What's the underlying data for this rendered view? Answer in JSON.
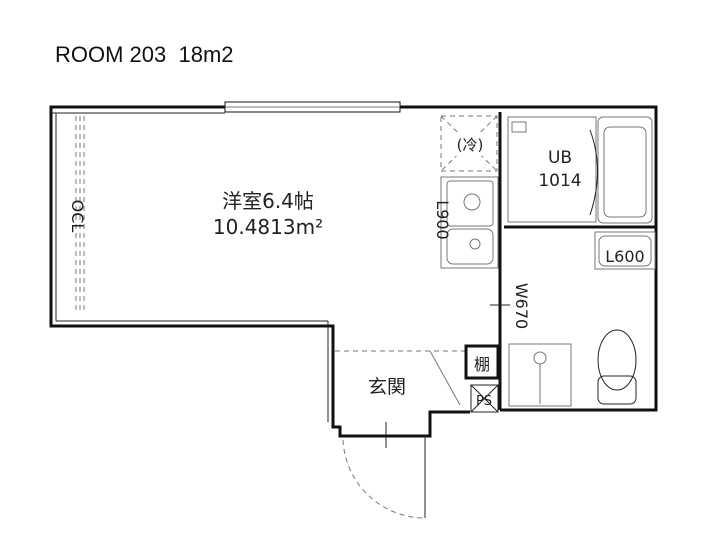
{
  "title": "ROOM 203  18m2",
  "rooms": {
    "western_room": {
      "name": "洋室6.4帖",
      "area": "10.4813m²"
    },
    "closet": "OCL",
    "refrigerator": "(冷)",
    "kitchen": "L900",
    "bath": {
      "name": "UB",
      "size": "1014"
    },
    "washbasin": "L600",
    "washer": "W670",
    "entrance": "玄関",
    "shelf": "棚",
    "pipe_space": "PS"
  }
}
